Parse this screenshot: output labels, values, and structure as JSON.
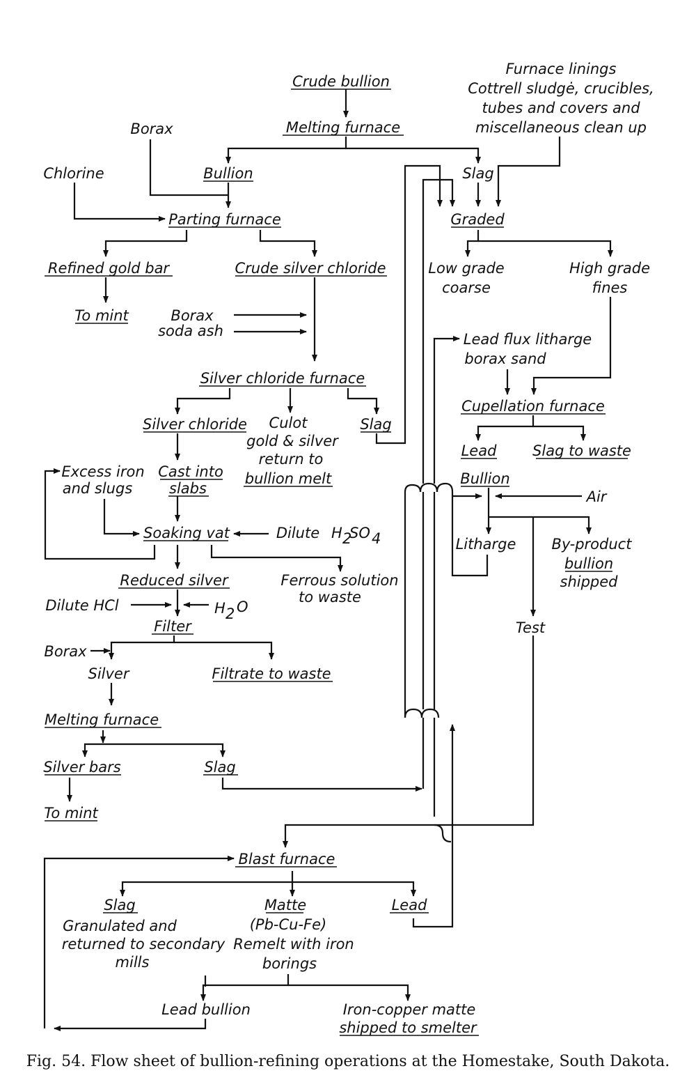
{
  "nodes": {
    "crude_bullion": "Crude bullion",
    "melting_furnace_top": "Melting furnace",
    "furnace_linings": [
      "Furnace linings",
      "Cottrell sludgė, crucibles,",
      "tubes and covers and",
      "miscellaneous clean up"
    ],
    "borax_top": "Borax",
    "chlorine": "Chlorine",
    "bullion_top": "Bullion",
    "slag_top": "Slag",
    "parting_furnace": "Parting furnace",
    "graded": "Graded",
    "refined_gold_bar": "Refined gold bar",
    "crude_silver_chloride": "Crude silver chloride",
    "low_grade": [
      "Low grade",
      "coarse"
    ],
    "high_grade": [
      "High grade",
      "fines"
    ],
    "to_mint_top": "To mint",
    "borax_soda": [
      "Borax",
      "soda ash"
    ],
    "lead_flux": [
      "Lead flux litharge",
      "borax sand"
    ],
    "silver_chloride_furnace": "Silver chloride furnace",
    "cupellation_furnace": "Cupellation furnace",
    "silver_chloride": "Silver chloride",
    "culot": [
      "Culot",
      "gold & silver",
      "return to",
      "bullion melt"
    ],
    "slag_mid": "Slag",
    "lead_cup": "Lead",
    "slag_to_waste": "Slag to waste",
    "excess_iron": [
      "Excess iron",
      "and slugs"
    ],
    "cast_into_slabs": [
      "Cast into",
      "slabs"
    ],
    "bullion_cup": "Bullion",
    "air": "Air",
    "soaking_vat": "Soaking vat",
    "dilute": "Dilute",
    "h2so4_base": "H",
    "h2so4_sub": "2",
    "h2so4_rest": "SO",
    "h2so4_sub2": "4",
    "litharge": "Litharge",
    "byproduct": [
      "By-product",
      "bullion",
      "shipped"
    ],
    "reduced_silver": "Reduced silver",
    "ferrous": [
      "Ferrous solution",
      "to waste"
    ],
    "dilute_hcl": "Dilute HCl",
    "h2o_base": "H",
    "h2o_sub": "2",
    "h2o_rest": "O",
    "filter": "Filter",
    "test": "Test",
    "borax_low": "Borax",
    "silver": "Silver",
    "filtrate": "Filtrate to waste",
    "melting_furnace_low": "Melting furnace",
    "silver_bars": "Silver bars",
    "slag_low": "Slag",
    "to_mint_low": "To mint",
    "blast_furnace": "Blast furnace",
    "slag_blast": [
      "Slag",
      "Granulated and",
      "returned to secondary",
      "mills"
    ],
    "matte": [
      "Matte",
      "(Pb-Cu-Fe)",
      "Remelt with iron",
      "borings"
    ],
    "lead_blast": "Lead",
    "lead_bullion": "Lead bullion",
    "iron_copper": [
      "Iron-copper matte",
      "shipped to smelter"
    ]
  },
  "caption": "Fig. 54. Flow sheet of bullion-refining operations at the Homestake, South Dakota."
}
